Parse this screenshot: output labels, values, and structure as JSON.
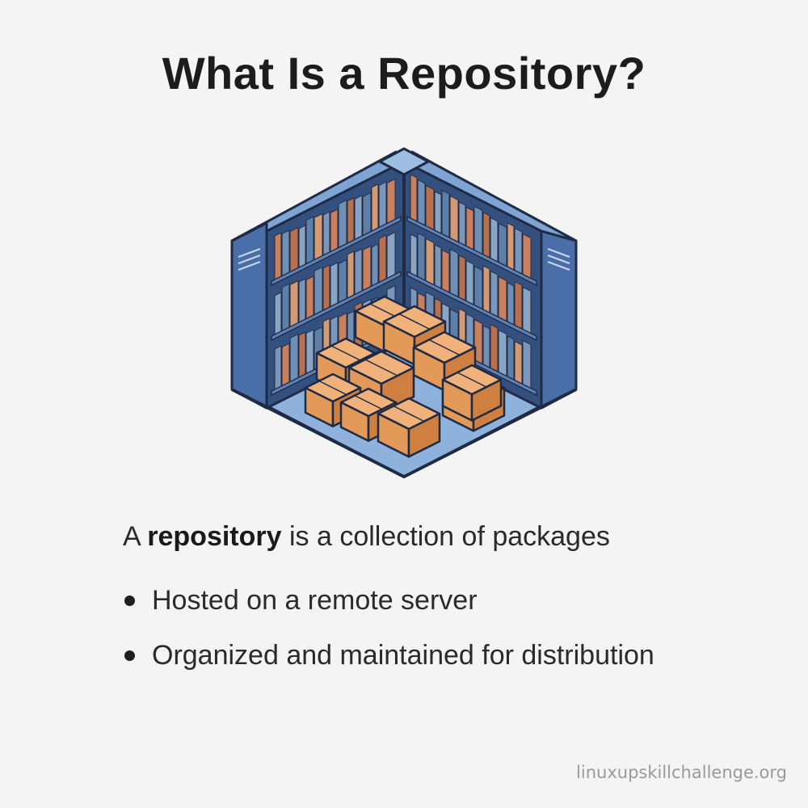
{
  "title": "What Is a Repository?",
  "illustration": {
    "icon": "repository-warehouse-illustration",
    "colors": {
      "shelf": "#4a6ea8",
      "shelf_dark": "#34507f",
      "floor": "#8fb2dd",
      "box": "#e39a58",
      "outline": "#1f2b45"
    }
  },
  "lead": {
    "prefix": "A",
    "bold": "repository",
    "suffix": "is a collection of packages"
  },
  "bullets": [
    "Hosted on a remote server",
    "Organized and maintained for distribution"
  ],
  "footer": "linuxupskillchallenge.org"
}
